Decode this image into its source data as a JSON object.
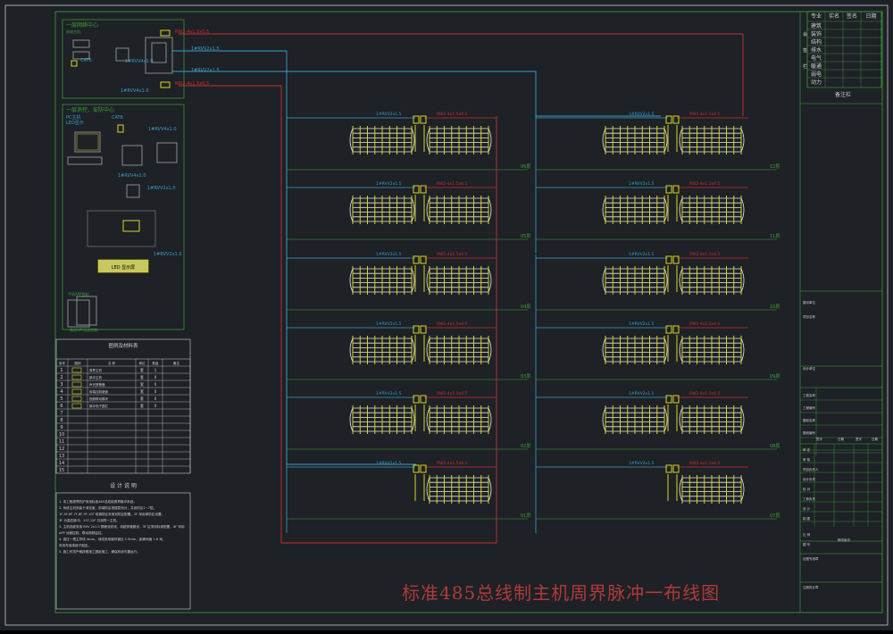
{
  "drawing": {
    "title": "标准485总线制主机周界脉冲一布线图",
    "colors": {
      "background": "#1e2126",
      "frame": "#3da33d",
      "cable_cyan": "#3aa0c8",
      "cable_red": "#c83030",
      "fence_white": "#e8e8e8",
      "device_yellow": "#d8d820"
    }
  },
  "control_room": {
    "network_center_label": "一层网络中心",
    "network_center_sub": "网络主机",
    "duty_room_label": "一层消控、安防中心",
    "pc_label": "PC主机",
    "lcd_label": "LED显示",
    "cables": [
      "CAT6",
      "CAT6",
      "1#RVV4x1.0",
      "1#RVV4x1.0",
      "1#RVV4x1.0",
      "1#RVV4x1.0",
      "1#RVV2x1.0"
    ],
    "main_cables": [
      "1#RVV2x1.5",
      "1#RVV2x1.5"
    ],
    "red_cables": [
      "RW2-4x1.5x0.5",
      "RW2-4x1.5x0.5"
    ],
    "app_label": "手机APP控制",
    "app_sub": "微信APP远程控制"
  },
  "legend_table": {
    "title": "图例及材料表",
    "headers": [
      "序号",
      "图例",
      "名 称",
      "单位",
      "数量",
      "备注"
    ],
    "rows": [
      {
        "no": "1",
        "name": "周界主机",
        "unit": "套",
        "qty": "1"
      },
      {
        "no": "2",
        "name": "脉冲主机",
        "unit": "套",
        "qty": "0"
      },
      {
        "no": "3",
        "name": "声光报警器",
        "unit": "套",
        "qty": "0"
      },
      {
        "no": "4",
        "name": "前端控制键盘",
        "unit": "套",
        "qty": "0"
      },
      {
        "no": "5",
        "name": "视频联动模块",
        "unit": "套",
        "qty": "0"
      },
      {
        "no": "6",
        "name": "脉冲电子围栏",
        "unit": "套",
        "qty": "0"
      },
      {
        "no": "7",
        "name": ""
      },
      {
        "no": "8",
        "name": ""
      },
      {
        "no": "9",
        "name": ""
      },
      {
        "no": "10",
        "name": ""
      },
      {
        "no": "11",
        "name": ""
      },
      {
        "no": "12",
        "name": ""
      },
      {
        "no": "13",
        "name": ""
      },
      {
        "no": "14",
        "name": ""
      },
      {
        "no": "15",
        "name": ""
      }
    ]
  },
  "design_notes": {
    "title": "设 计 说 明",
    "lines": [
      "1. 本工程周界防护采用标准485总线制周界脉冲系统。",
      "2. 系统主机安装于消控室，前端防区按楼层划分，共设防区1~7层。",
      "1F,4F,6F,7F,8F,9F,10F 前端防区采用双防区配置。2F 采用单防区设置，",
      "3F 为高压脉冲。11F,12F 共用同一主机。",
      "3. 主机线缆采用 RVV 2x1.5 屏蔽双绞线，线缆穿管敷设。3F 区采用标准配置，4F 采用",
      "APP 远程控制，联动视频监控。",
      "4. 高压一根主导线 4mm，地线采用镀锌钢丝 2.5mm，距离地面 1.8 米，",
      "采用专用绝缘子固定。",
      "5. 施工时须严格按照施工图纸施工，确保系统可靠运行。"
    ]
  },
  "zones": {
    "left_cable_label": "1#RVV2x1.5",
    "red_label": "RW2-4x1.5x0.5",
    "left_floors": [
      "06层",
      "05层",
      "04层",
      "03层",
      "02层",
      "01层"
    ],
    "right_floors": [
      "12层",
      "11层",
      "10层",
      "09层",
      "08层",
      "07层"
    ]
  },
  "title_block": {
    "header": [
      "专业",
      "实名",
      "签名",
      "日期"
    ],
    "disciplines": [
      "建筑",
      "装饰",
      "结构",
      "排水",
      "电气",
      "暖通",
      "弱电",
      "动力"
    ],
    "side_label": "会签栏",
    "remarks": "备注栏",
    "fields": [
      "建设单位",
      "项目名称",
      "设计单位",
      "工程名称",
      "工程编号",
      "图纸名称",
      "图纸编号"
    ],
    "signers": [
      "审 定",
      "审 核",
      "项目负责人",
      "设计负责",
      "校 对",
      "工种负责",
      "设 计",
      "制 图"
    ],
    "sign_cols": [
      "签字",
      "日期"
    ],
    "scale_label": "比 例",
    "sheet_label": "图 号",
    "version_label": "修改版次",
    "notes_label": "出图专用章",
    "stamp_label": "注册执业章"
  }
}
